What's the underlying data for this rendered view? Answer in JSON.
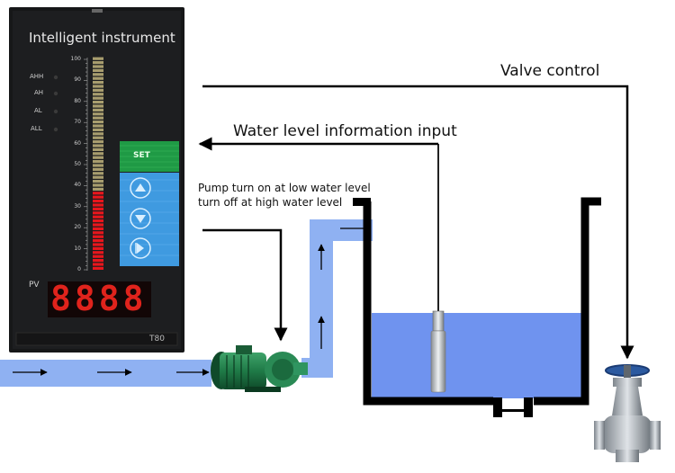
{
  "labels": {
    "valve_control": "Valve control",
    "water_level_input": "Water level information input",
    "pump_line1": "Pump turn on at low water level",
    "pump_line2": "turn off at high water level"
  },
  "instrument": {
    "title": "Intelligent instrument",
    "scale": [
      "100",
      "90",
      "80",
      "70",
      "60",
      "50",
      "40",
      "30",
      "20",
      "10",
      "0"
    ],
    "alarms": [
      "AHH",
      "AH",
      "AL",
      "ALL"
    ],
    "pv_label": "PV",
    "display": "8888",
    "set_label": "SET",
    "model": "T80",
    "level_percent": 36
  },
  "colors": {
    "pipe": "#8fb1f2",
    "water": "#6f93ef",
    "tank_wall": "#000000",
    "bar_red": "#e8161c",
    "bar_inactive": "#a89d6e",
    "panel_green": "#1f9a45",
    "panel_blue": "#3f9ae0"
  },
  "icons": {
    "pump": "water-pump-icon",
    "sensor": "level-sensor-icon",
    "valve": "gate-valve-icon"
  }
}
